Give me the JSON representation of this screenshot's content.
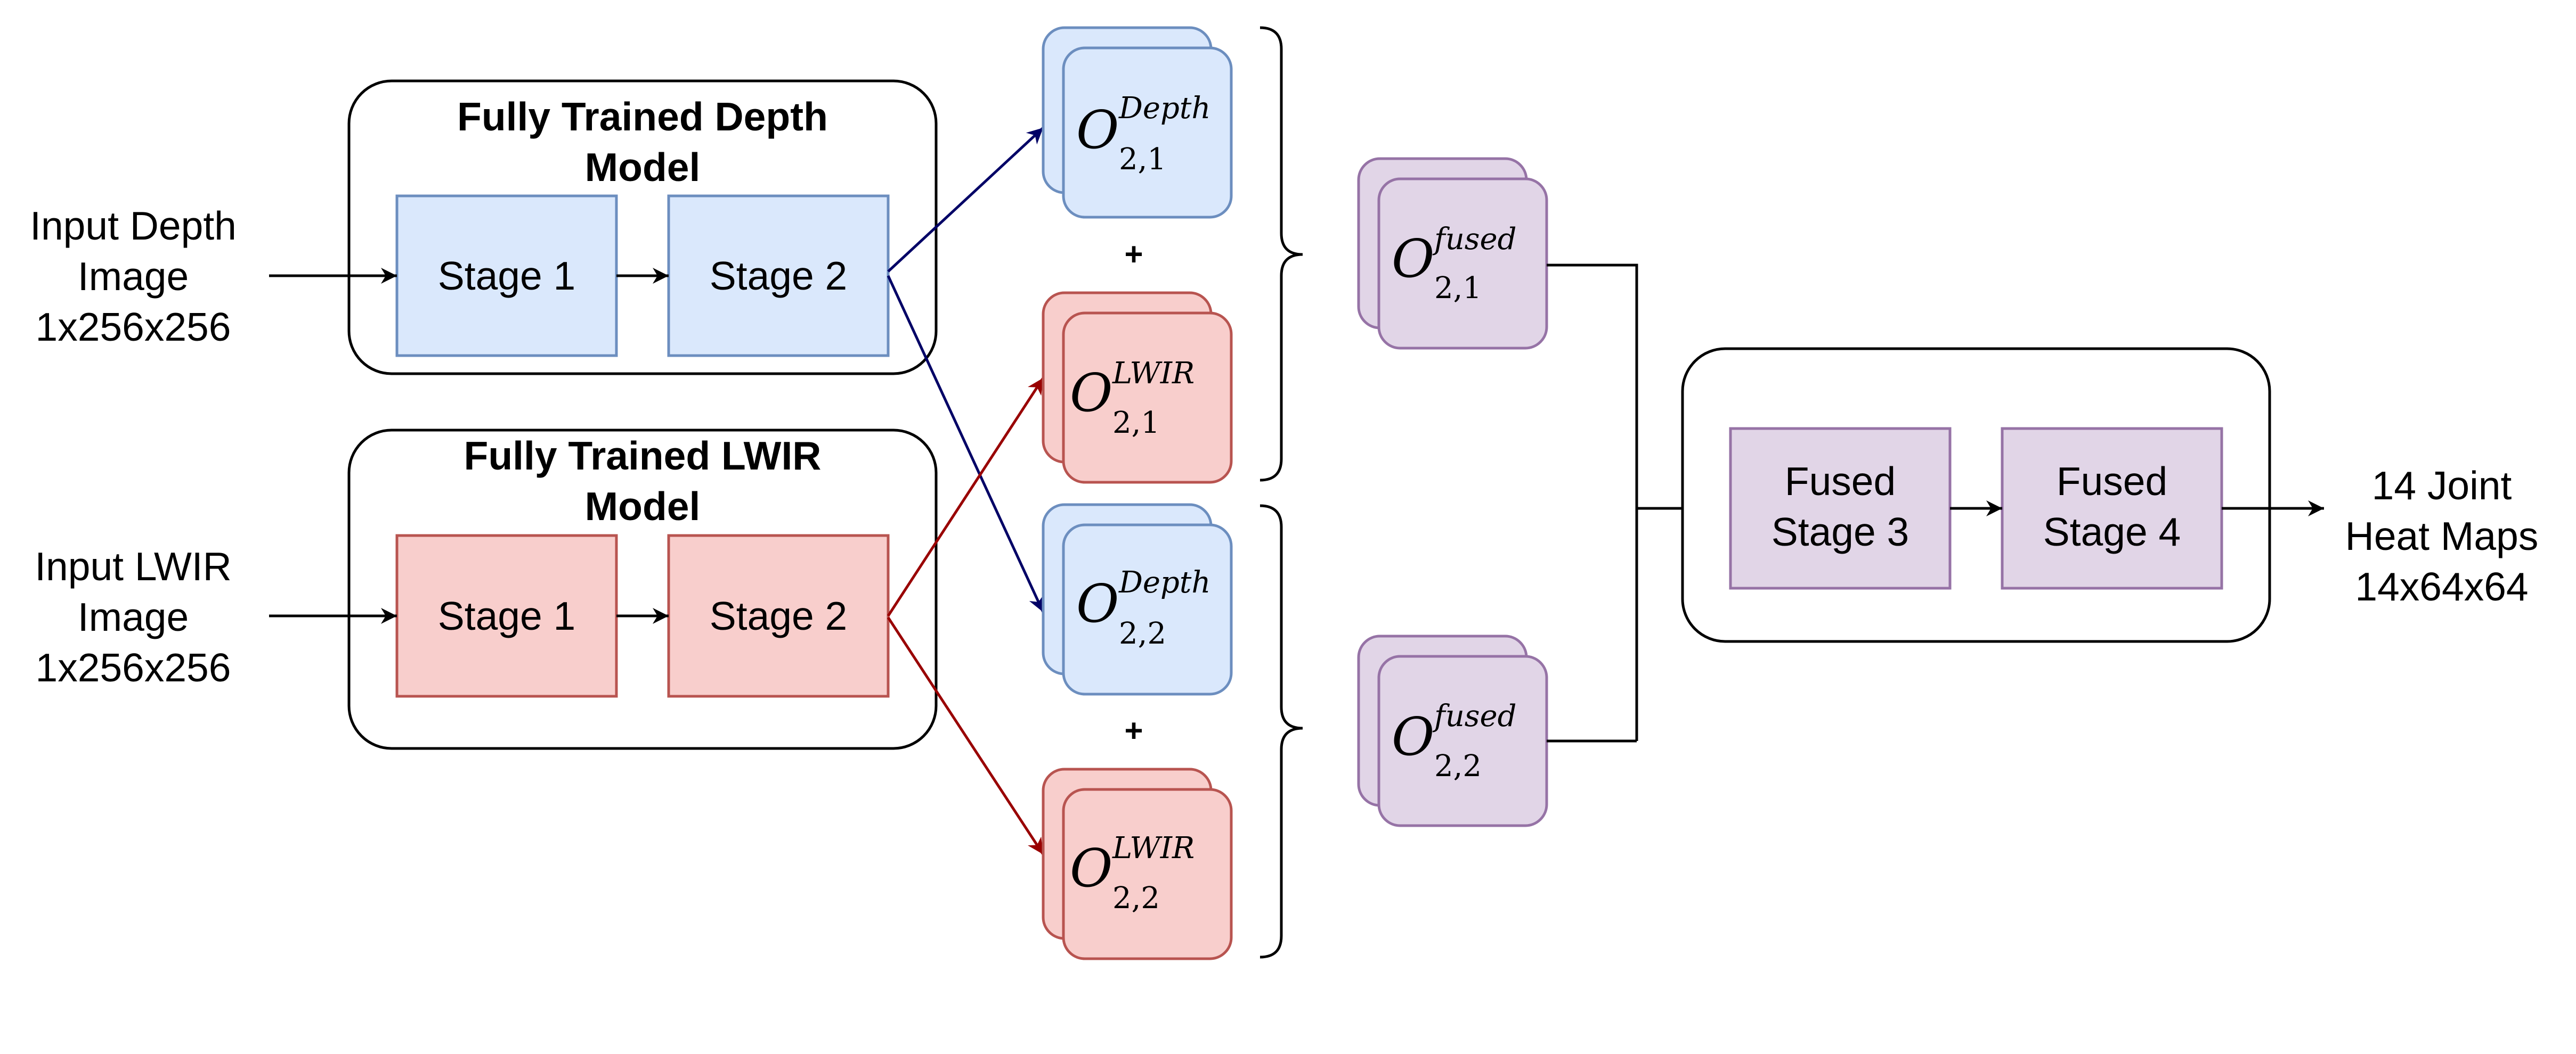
{
  "inputs": {
    "depth": {
      "line1": "Input Depth",
      "line2": "Image",
      "line3": "1x256x256"
    },
    "lwir": {
      "line1": "Input LWIR",
      "line2": "Image",
      "line3": "1x256x256"
    }
  },
  "models": {
    "depth": {
      "title_line1": "Fully Trained Depth",
      "title_line2": "Model",
      "stage1": "Stage 1",
      "stage2": "Stage 2"
    },
    "lwir": {
      "title_line1": "Fully Trained LWIR",
      "title_line2": "Model",
      "stage1": "Stage 1",
      "stage2": "Stage 2"
    }
  },
  "outputs": {
    "symbol": "O",
    "depth_21": {
      "sup": "Depth",
      "sub": "2,1"
    },
    "lwir_21": {
      "sup": "LWIR",
      "sub": "2,1"
    },
    "depth_22": {
      "sup": "Depth",
      "sub": "2,2"
    },
    "lwir_22": {
      "sup": "LWIR",
      "sub": "2,2"
    },
    "plus": "+"
  },
  "fused_outputs": {
    "fused_21": {
      "sup": "fused",
      "sub": "2,1"
    },
    "fused_22": {
      "sup": "fused",
      "sub": "2,2"
    }
  },
  "fused_model": {
    "stage3_line1": "Fused",
    "stage3_line2": "Stage 3",
    "stage4_line1": "Fused",
    "stage4_line2": "Stage 4"
  },
  "result": {
    "line1": "14 Joint",
    "line2": "Heat Maps",
    "line3": "14x64x64"
  },
  "colors": {
    "blue_fill": "#dae8fc",
    "blue_stroke": "#6c8ebf",
    "red_fill": "#f8cecc",
    "red_stroke": "#b85450",
    "purple_fill": "#e1d5e7",
    "purple_stroke": "#9673a6",
    "depth_arrow": "#000066",
    "lwir_arrow": "#990000"
  }
}
